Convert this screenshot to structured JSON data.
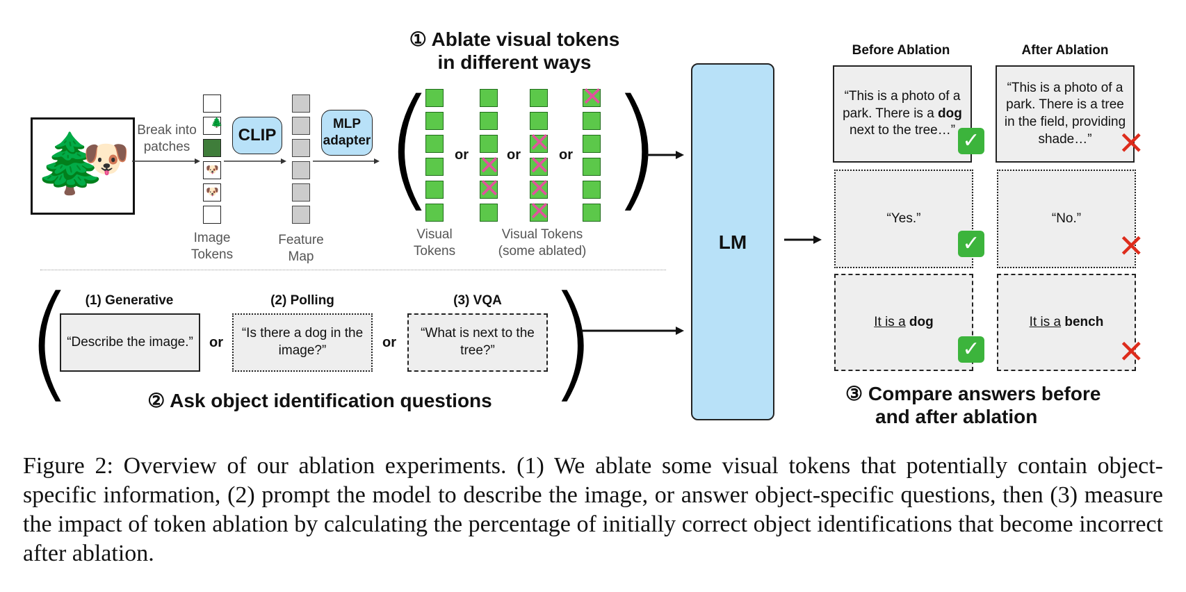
{
  "step1_title": "① Ablate visual tokens in different ways",
  "step1_line1": "① Ablate visual tokens",
  "step1_line2": "in different ways",
  "step2_title": "② Ask object identification questions",
  "step3_line1": "③ Compare answers before",
  "step3_line2": "and after ablation",
  "input_image": {
    "icons": [
      "tree-emoji",
      "dog-emoji"
    ]
  },
  "break_label_1": "Break into",
  "break_label_2": "patches",
  "image_tokens_1": "Image",
  "image_tokens_2": "Tokens",
  "clip_label": "CLIP",
  "feature_map_1": "Feature",
  "feature_map_2": "Map",
  "mlp_line1": "MLP",
  "mlp_line2": "adapter",
  "visual_tokens_1": "Visual",
  "visual_tokens_2": "Tokens",
  "ablated_tokens_1": "Visual Tokens",
  "ablated_tokens_2": "(some ablated)",
  "or_word": "or",
  "lm_label": "LM",
  "questions": [
    {
      "title": "(1) Generative",
      "text": "“Describe the image.”"
    },
    {
      "title": "(2) Polling",
      "text": "“Is there a dog in the image?”"
    },
    {
      "title": "(3) VQA",
      "text": "“What is next to the tree?”"
    }
  ],
  "before_header": "Before Ablation",
  "after_header": "After Ablation",
  "answers": {
    "generative_before_a": "“This is a photo of a park. There is a ",
    "generative_before_bold": "dog",
    "generative_before_b": " next to the tree…”",
    "generative_after": "“This is a photo of a park. There is a tree in the field, providing shade…”",
    "polling_before": "“Yes.”",
    "polling_after": "“No.”",
    "vqa_prefix": "It is a",
    "vqa_before_bold": "dog",
    "vqa_after_bold": "bench"
  },
  "marks": {
    "correct": "check-icon",
    "incorrect": "cross-icon",
    "accent_green": "#3cb43c",
    "accent_red": "#dd2c1c",
    "lm_color": "#b8e1f8",
    "token_green": "#5cc84a",
    "ablate_pink": "#e0549c"
  },
  "caption": "Figure 2: Overview of our ablation experiments. (1) We ablate some visual tokens that potentially contain object-specific information, (2) prompt the model to describe the image, or answer object-specific questions, then (3) measure the impact of token ablation by calculating the percentage of initially correct object identifications that become incorrect after ablation."
}
